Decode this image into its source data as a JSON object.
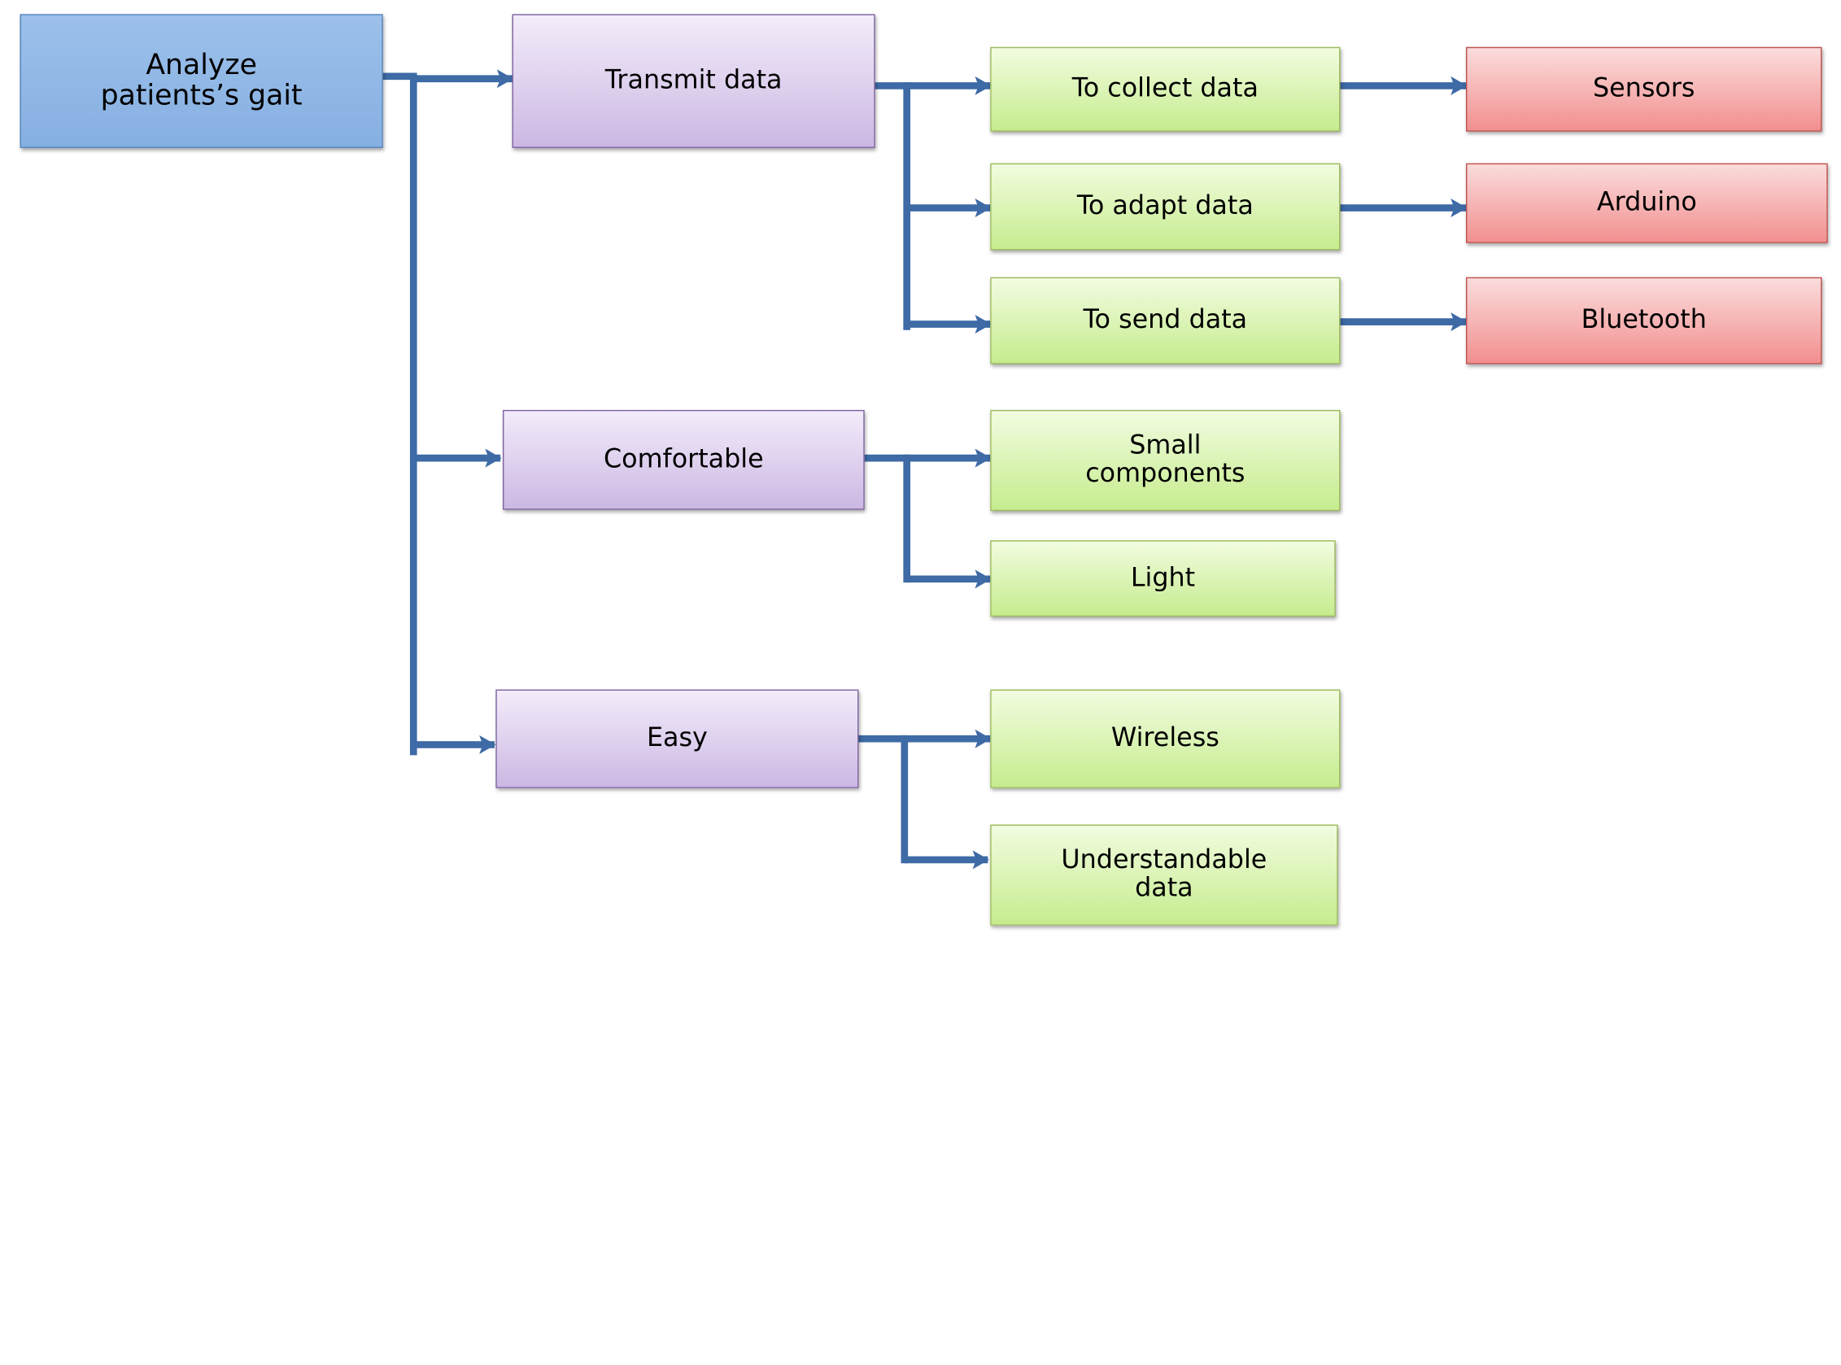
{
  "nodes": {
    "root": "Analyze\npatients’s gait",
    "transmit": "Transmit data",
    "comfortable": "Comfortable",
    "easy": "Easy",
    "collect": "To collect data",
    "adapt": "To adapt data",
    "send": "To send data",
    "small": "Small\ncomponents",
    "light": "Light",
    "wireless": "Wireless",
    "understandable": "Understandable\ndata",
    "sensors": "Sensors",
    "arduino": "Arduino",
    "bluetooth": "Bluetooth"
  },
  "colors": {
    "connector": "#3e6aa6",
    "root": "#8db4e3",
    "level1": "#d9cceb",
    "level2": "#d7f2b0",
    "level3": "#f4a7a7"
  }
}
